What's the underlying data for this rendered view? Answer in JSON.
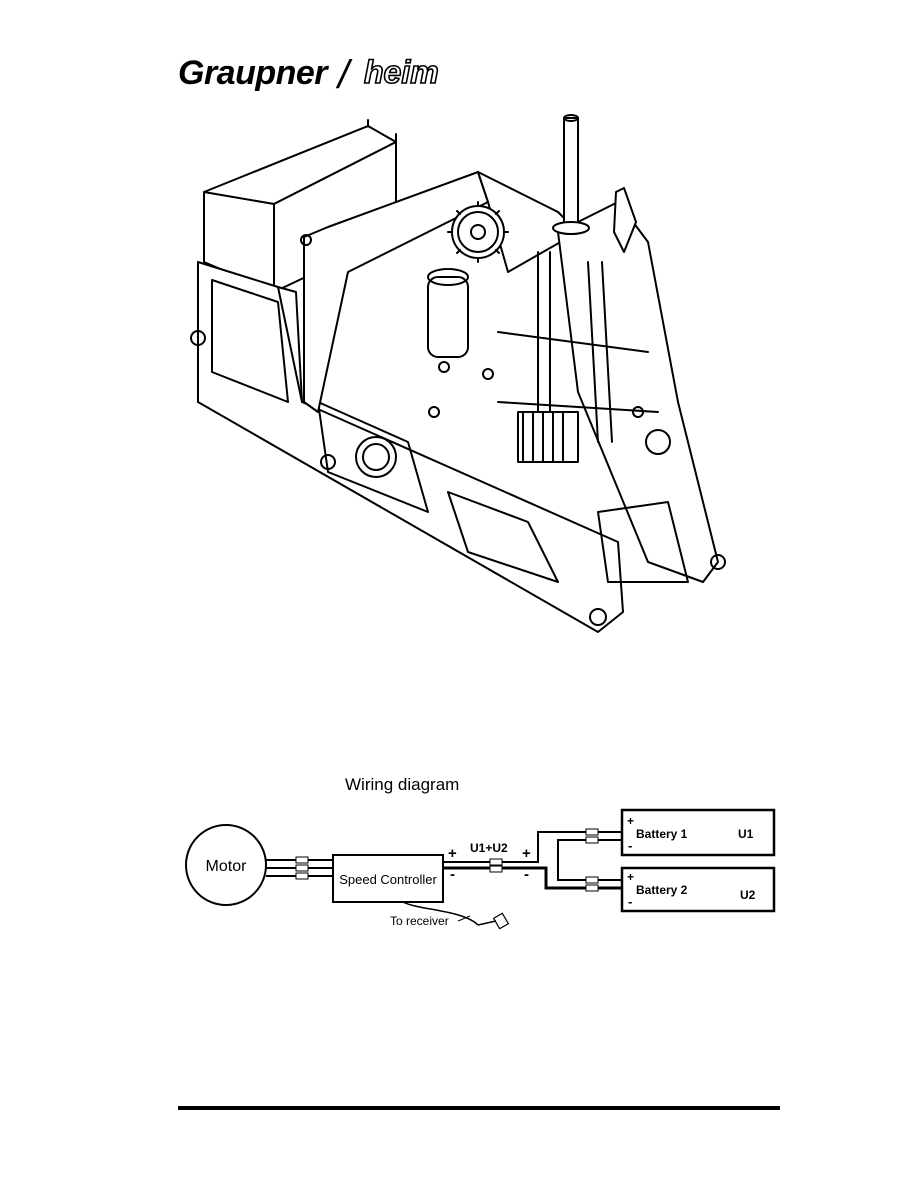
{
  "brand": {
    "left": "Graupner",
    "separator": "/",
    "right": "heim"
  },
  "figure": {
    "description_icon": "helicopter-chassis-drawing"
  },
  "wiring": {
    "title": "Wiring diagram",
    "motor_label": "Motor",
    "controller_label": "Speed Controller",
    "receiver_label": "To receiver",
    "plus_sign": "+",
    "minus_sign": "-",
    "sum_label": "U1+U2",
    "battery1": {
      "label": "Battery 1",
      "voltage": "U1"
    },
    "battery2": {
      "label": "Battery 2",
      "voltage": "U2"
    }
  }
}
